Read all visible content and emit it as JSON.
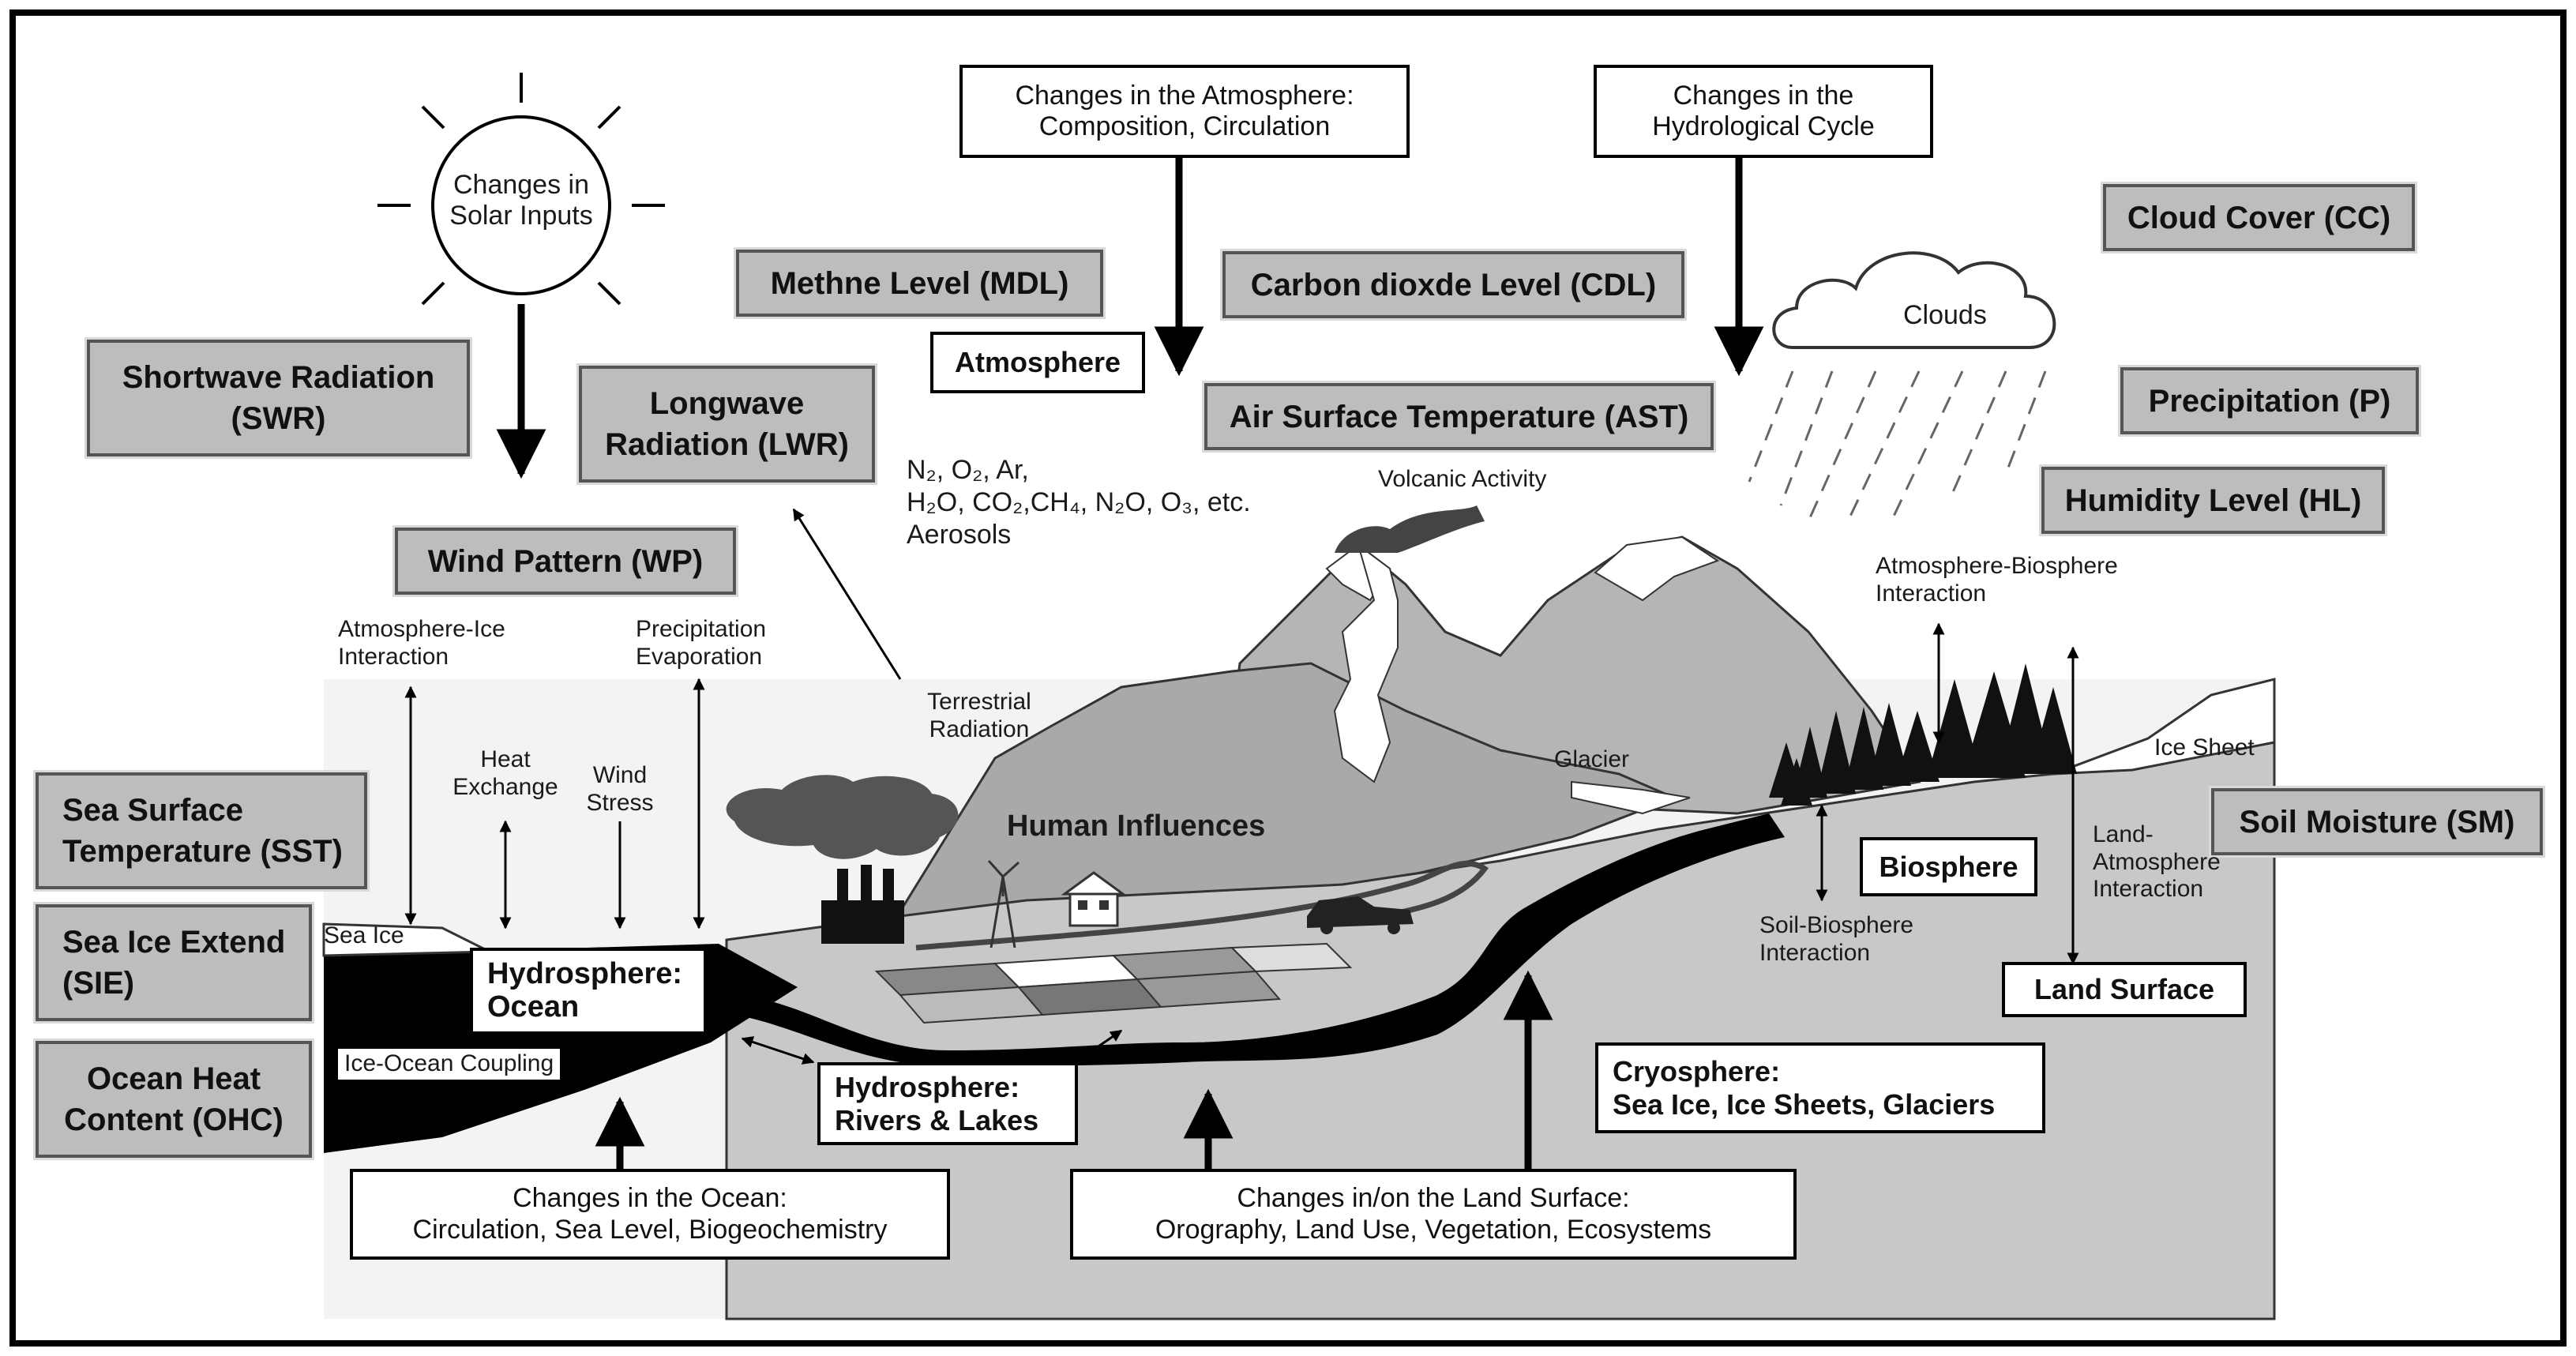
{
  "solar": {
    "line1": "Changes in",
    "line2": "Solar Inputs"
  },
  "top_boxes": {
    "atmosphere_changes": {
      "line1": "Changes in the Atmosphere:",
      "line2": "Composition, Circulation"
    },
    "hydro_changes": {
      "line1": "Changes in the",
      "line2": "Hydrological Cycle"
    }
  },
  "variables": {
    "swr": {
      "line1": "Shortwave Radiation",
      "line2": "(SWR)"
    },
    "lwr": {
      "line1": "Longwave",
      "line2": "Radiation (LWR)"
    },
    "wp": {
      "line1": "Wind Pattern (WP)"
    },
    "mdl": {
      "line1": "Methne Level (MDL)"
    },
    "cdl": {
      "line1": "Carbon dioxde Level (CDL)"
    },
    "ast": {
      "line1": "Air Surface Temperature (AST)"
    },
    "cc": {
      "line1": "Cloud Cover (CC)"
    },
    "p": {
      "line1": "Precipitation (P)"
    },
    "hl": {
      "line1": "Humidity Level (HL)"
    },
    "sst": {
      "line1": "Sea Surface",
      "line2": "Temperature (SST)"
    },
    "sie": {
      "line1": "Sea Ice Extend",
      "line2": "(SIE)"
    },
    "ohc": {
      "line1": "Ocean Heat",
      "line2": "Content (OHC)"
    },
    "sm": {
      "line1": "Soil Moisture (SM)"
    }
  },
  "components": {
    "atmosphere": "Atmosphere",
    "ocean_line1": "Hydrosphere:",
    "ocean_line2": "Ocean",
    "rivers_line1": "Hydrosphere:",
    "rivers_line2": "Rivers & Lakes",
    "biosphere": "Biosphere",
    "land_surface": "Land Surface",
    "cryo_line1": "Cryosphere:",
    "cryo_line2": "Sea Ice, Ice Sheets, Glaciers"
  },
  "gases": {
    "line1": "N₂, O₂, Ar,",
    "line2": "H₂O, CO₂,CH₄, N₂O, O₃, etc.",
    "line3": "Aerosols"
  },
  "labels": {
    "clouds": "Clouds",
    "volcanic": "Volcanic Activity",
    "terrestrial_1": "Terrestrial",
    "terrestrial_2": "Radiation",
    "atm_ice_1": "Atmosphere-Ice",
    "atm_ice_2": "Interaction",
    "precip_1": "Precipitation",
    "precip_2": "Evaporation",
    "heat_1": "Heat",
    "heat_2": "Exchange",
    "wind_1": "Wind",
    "wind_2": "Stress",
    "sea_ice": "Sea Ice",
    "ice_ocean": "Ice-Ocean Coupling",
    "human": "Human Influences",
    "glacier": "Glacier",
    "ice_sheet": "Ice Sheet",
    "atm_bio_1": "Atmosphere-Biosphere",
    "atm_bio_2": "Interaction",
    "soil_bio_1": "Soil-Biosphere",
    "soil_bio_2": "Interaction",
    "land_atm_1": "Land-",
    "land_atm_2": "Atmosphere",
    "land_atm_3": "Interaction"
  },
  "bottom_boxes": {
    "ocean_changes": {
      "line1": "Changes in the Ocean:",
      "line2": "Circulation, Sea Level, Biogeochemistry"
    },
    "land_changes": {
      "line1": "Changes in/on the Land Surface:",
      "line2": "Orography, Land Use, Vegetation, Ecosystems"
    }
  },
  "colors": {
    "variable_box_fill": "#bdbdbd",
    "variable_box_border": "#555555",
    "mountain": "#a9a9a9",
    "ground": "#c8c8c8",
    "ocean": "#000000"
  }
}
